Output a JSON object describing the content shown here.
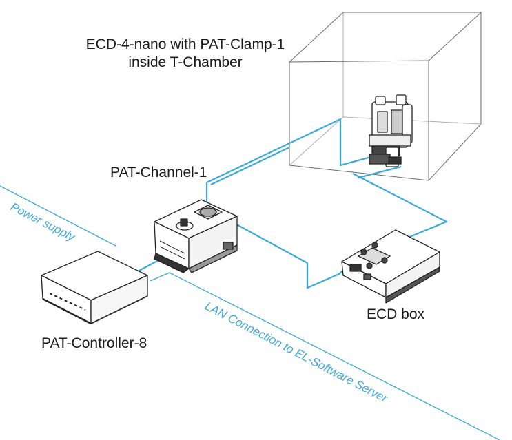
{
  "labels": {
    "ecd_nano_line1": "ECD-4-nano with PAT-Clamp-1",
    "ecd_nano_line2": "inside T-Chamber",
    "pat_channel": "PAT-Channel-1",
    "ecd_box": "ECD box",
    "pat_controller": "PAT-Controller-8"
  },
  "connections": {
    "power_supply": "Power supply",
    "lan": "LAN Connection to EL-Software Server"
  },
  "colors": {
    "cable": "#3aa9d8",
    "chamber": "#555555",
    "device_stroke": "#222222"
  }
}
